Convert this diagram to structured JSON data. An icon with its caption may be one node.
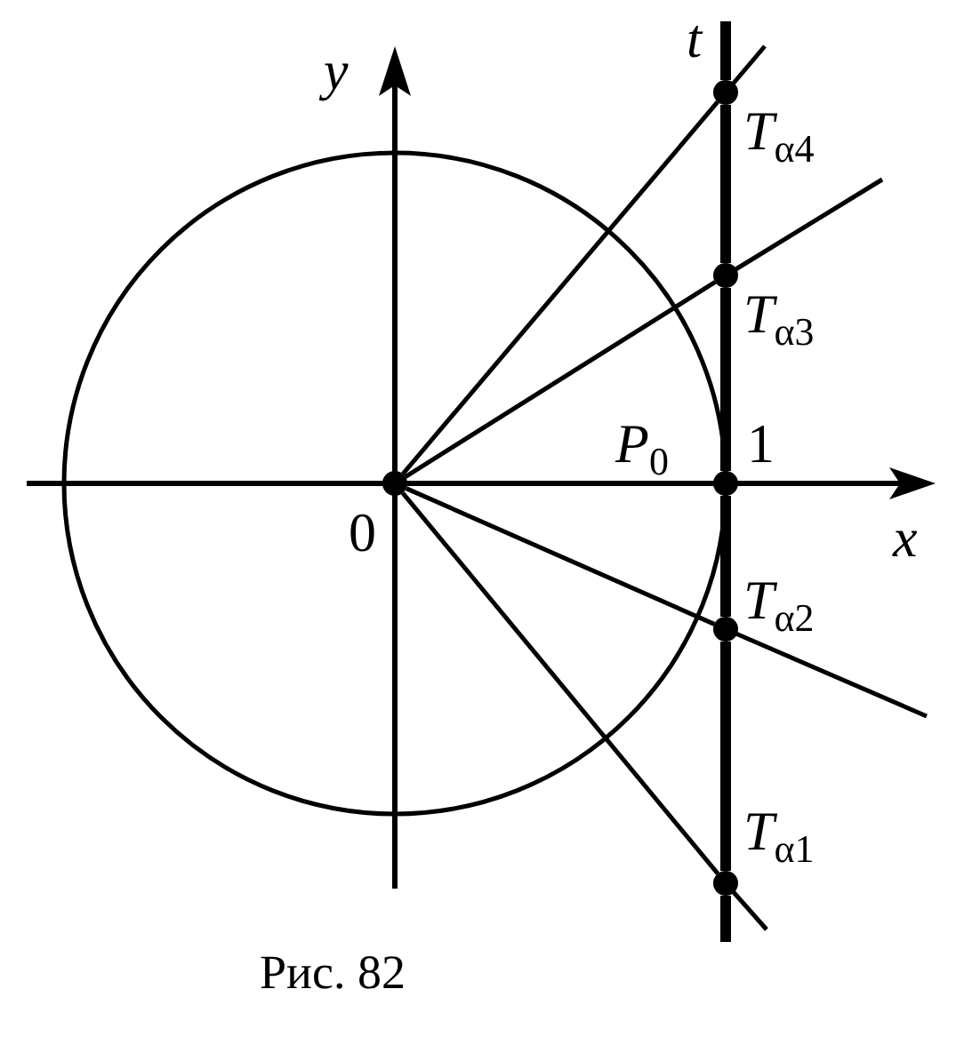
{
  "diagram": {
    "caption": "Рис. 82",
    "nodes": [
      {
        "text": [],
        "shape": "circle",
        "beside": [
          "0"
        ]
      },
      {
        "text": [],
        "shape": "circle",
        "beside": [
          "T$_{α4}$"
        ]
      },
      {
        "text": [],
        "shape": "circle",
        "beside": [
          "T$_{α3}$"
        ]
      },
      {
        "text": [],
        "shape": "circle",
        "beside": [
          "P$_{0}$",
          "1"
        ]
      },
      {
        "text": [],
        "shape": "circle",
        "beside": [
          "T$_{α2}$"
        ]
      },
      {
        "text": [],
        "shape": "circle",
        "beside": [
          "T$_{α1}$"
        ]
      }
    ],
    "edges": [
      {
        "from": 0,
        "to": 1,
        "arrow": "none"
      },
      {
        "from": 0,
        "to": 2,
        "arrow": "none"
      },
      {
        "from": 0,
        "to": 4,
        "arrow": "none"
      },
      {
        "from": 0,
        "to": 5,
        "arrow": "none"
      },
      {
        "from": 1,
        "to": 2,
        "arrow": "none",
        "style": "thick"
      },
      {
        "from": 2,
        "to": 3,
        "arrow": "none",
        "style": "thick"
      },
      {
        "from": 3,
        "to": 4,
        "arrow": "none",
        "style": "thick"
      },
      {
        "from": 4,
        "to": 5,
        "arrow": "none",
        "style": "thick"
      }
    ],
    "labels": [
      "t",
      "y",
      "x"
    ]
  }
}
